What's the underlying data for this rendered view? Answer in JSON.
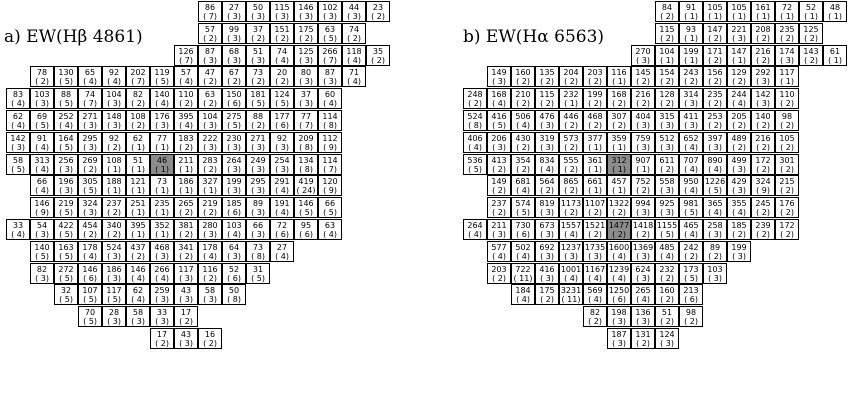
{
  "panels": [
    {
      "id": "hbeta",
      "label": "a)  EW(Hβ 4861)",
      "rows": [
        [
          [
            86,
            7
          ],
          [
            27,
            3
          ],
          [
            50,
            3
          ],
          [
            115,
            3
          ],
          [
            146,
            3
          ],
          [
            102,
            3
          ],
          [
            44,
            3
          ],
          [
            23,
            2
          ]
        ],
        [
          [
            57,
            2
          ],
          [
            99,
            3
          ],
          [
            37,
            2
          ],
          [
            151,
            2
          ],
          [
            175,
            2
          ],
          [
            63,
            5
          ],
          [
            74,
            2
          ]
        ],
        [
          [
            126,
            7
          ],
          [
            87,
            3
          ],
          [
            68,
            3
          ],
          [
            51,
            3
          ],
          [
            74,
            4
          ],
          [
            125,
            3
          ],
          [
            266,
            7
          ],
          [
            118,
            4
          ],
          [
            35,
            2
          ]
        ],
        [
          [
            78,
            2
          ],
          [
            130,
            5
          ],
          [
            65,
            4
          ],
          [
            92,
            4
          ],
          [
            202,
            7
          ],
          [
            119,
            5
          ],
          [
            57,
            4
          ],
          [
            47,
            2
          ],
          [
            67,
            2
          ],
          [
            73,
            2
          ],
          [
            20,
            2
          ],
          [
            80,
            3
          ],
          [
            87,
            3
          ],
          [
            71,
            4
          ]
        ],
        [
          [
            83,
            4
          ],
          [
            103,
            3
          ],
          [
            88,
            5
          ],
          [
            74,
            7
          ],
          [
            104,
            3
          ],
          [
            82,
            2
          ],
          [
            140,
            4
          ],
          [
            110,
            2
          ],
          [
            63,
            2
          ],
          [
            150,
            6
          ],
          [
            181,
            5
          ],
          [
            124,
            5
          ],
          [
            37,
            3
          ],
          [
            60,
            4
          ]
        ],
        [
          [
            62,
            4
          ],
          [
            69,
            5
          ],
          [
            252,
            4
          ],
          [
            271,
            3
          ],
          [
            148,
            3
          ],
          [
            108,
            2
          ],
          [
            176,
            3
          ],
          [
            395,
            4
          ],
          [
            104,
            3
          ],
          [
            275,
            5
          ],
          [
            88,
            2
          ],
          [
            177,
            6
          ],
          [
            77,
            7
          ],
          [
            114,
            8
          ]
        ],
        [
          [
            142,
            3
          ],
          [
            91,
            4
          ],
          [
            164,
            5
          ],
          [
            295,
            3
          ],
          [
            92,
            2
          ],
          [
            62,
            1
          ],
          [
            77,
            1
          ],
          [
            183,
            2
          ],
          [
            222,
            3
          ],
          [
            230,
            3
          ],
          [
            271,
            3
          ],
          [
            92,
            3
          ],
          [
            209,
            8
          ],
          [
            112,
            9
          ]
        ],
        [
          [
            58,
            5
          ],
          [
            313,
            4
          ],
          [
            256,
            3
          ],
          [
            269,
            2
          ],
          [
            108,
            1
          ],
          [
            51,
            1
          ],
          [
            46,
            1
          ],
          [
            211,
            1
          ],
          [
            283,
            2
          ],
          [
            264,
            3
          ],
          [
            249,
            3
          ],
          [
            254,
            3
          ],
          [
            134,
            8
          ],
          [
            114,
            7
          ]
        ],
        [
          [
            66,
            4
          ],
          [
            196,
            3
          ],
          [
            305,
            5
          ],
          [
            188,
            1
          ],
          [
            121,
            1
          ],
          [
            73,
            1
          ],
          [
            186,
            1
          ],
          [
            327,
            1
          ],
          [
            199,
            3
          ],
          [
            295,
            3
          ],
          [
            291,
            4
          ],
          [
            419,
            24
          ],
          [
            120,
            9
          ]
        ],
        [
          [
            146,
            9
          ],
          [
            219,
            5
          ],
          [
            324,
            3
          ],
          [
            237,
            2
          ],
          [
            251,
            1
          ],
          [
            235,
            1
          ],
          [
            265,
            2
          ],
          [
            219,
            2
          ],
          [
            185,
            6
          ],
          [
            89,
            3
          ],
          [
            191,
            4
          ],
          [
            146,
            5
          ],
          [
            66,
            5
          ]
        ],
        [
          [
            33,
            4
          ],
          [
            54,
            3
          ],
          [
            422,
            5
          ],
          [
            454,
            2
          ],
          [
            340,
            2
          ],
          [
            395,
            1
          ],
          [
            352,
            1
          ],
          [
            381,
            2
          ],
          [
            280,
            3
          ],
          [
            103,
            4
          ],
          [
            66,
            3
          ],
          [
            72,
            6
          ],
          [
            95,
            6
          ],
          [
            63,
            4
          ]
        ],
        [
          [
            140,
            5
          ],
          [
            163,
            5
          ],
          [
            178,
            4
          ],
          [
            524,
            3
          ],
          [
            437,
            2
          ],
          [
            468,
            3
          ],
          [
            341,
            2
          ],
          [
            178,
            4
          ],
          [
            64,
            3
          ],
          [
            73,
            8
          ],
          [
            27,
            4
          ]
        ],
        [
          [
            82,
            3
          ],
          [
            272,
            5
          ],
          [
            146,
            6
          ],
          [
            186,
            3
          ],
          [
            146,
            4
          ],
          [
            266,
            4
          ],
          [
            117,
            3
          ],
          [
            116,
            2
          ],
          [
            52,
            6
          ],
          [
            31,
            5
          ]
        ],
        [
          [
            32,
            5
          ],
          [
            107,
            5
          ],
          [
            117,
            5
          ],
          [
            62,
            4
          ],
          [
            259,
            3
          ],
          [
            43,
            3
          ],
          [
            58,
            3
          ],
          [
            50,
            8
          ]
        ],
        [
          [
            70,
            5
          ],
          [
            28,
            3
          ],
          [
            58,
            3
          ],
          [
            33,
            3
          ],
          [
            17,
            2
          ]
        ],
        [
          [
            17,
            2
          ],
          [
            43,
            3
          ],
          [
            16,
            2
          ]
        ]
      ]
    },
    {
      "id": "halpha",
      "label": "b)  EW(Hα 6563)",
      "rows": [
        [
          [
            84,
            2
          ],
          [
            91,
            1
          ],
          [
            105,
            1
          ],
          [
            105,
            1
          ],
          [
            161,
            1
          ],
          [
            72,
            1
          ],
          [
            52,
            1
          ],
          [
            48,
            1
          ]
        ],
        [
          [
            115,
            2
          ],
          [
            93,
            1
          ],
          [
            147,
            2
          ],
          [
            221,
            3
          ],
          [
            208,
            2
          ],
          [
            235,
            2
          ],
          [
            125,
            2
          ]
        ],
        [
          [
            270,
            3
          ],
          [
            104,
            1
          ],
          [
            199,
            1
          ],
          [
            171,
            2
          ],
          [
            147,
            1
          ],
          [
            216,
            2
          ],
          [
            174,
            3
          ],
          [
            143,
            2
          ],
          [
            61,
            1
          ]
        ],
        [
          [
            149,
            3
          ],
          [
            160,
            2
          ],
          [
            135,
            2
          ],
          [
            204,
            2
          ],
          [
            203,
            2
          ],
          [
            116,
            1
          ],
          [
            145,
            2
          ],
          [
            154,
            2
          ],
          [
            243,
            2
          ],
          [
            156,
            2
          ],
          [
            129,
            2
          ],
          [
            292,
            3
          ],
          [
            117,
            1
          ]
        ],
        [
          [
            248,
            2
          ],
          [
            168,
            4
          ],
          [
            210,
            2
          ],
          [
            115,
            2
          ],
          [
            232,
            1
          ],
          [
            199,
            2
          ],
          [
            168,
            2
          ],
          [
            216,
            2
          ],
          [
            128,
            2
          ],
          [
            314,
            3
          ],
          [
            235,
            2
          ],
          [
            244,
            4
          ],
          [
            142,
            3
          ],
          [
            110,
            2
          ]
        ],
        [
          [
            524,
            8
          ],
          [
            416,
            5
          ],
          [
            506,
            4
          ],
          [
            476,
            3
          ],
          [
            446,
            2
          ],
          [
            468,
            2
          ],
          [
            307,
            2
          ],
          [
            404,
            3
          ],
          [
            315,
            3
          ],
          [
            411,
            3
          ],
          [
            253,
            2
          ],
          [
            205,
            2
          ],
          [
            140,
            2
          ],
          [
            98,
            2
          ]
        ],
        [
          [
            406,
            4
          ],
          [
            206,
            3
          ],
          [
            430,
            2
          ],
          [
            319,
            3
          ],
          [
            573,
            2
          ],
          [
            377,
            1
          ],
          [
            359,
            1
          ],
          [
            759,
            3
          ],
          [
            512,
            3
          ],
          [
            652,
            4
          ],
          [
            397,
            3
          ],
          [
            489,
            2
          ],
          [
            216,
            2
          ],
          [
            105,
            2
          ]
        ],
        [
          [
            536,
            5
          ],
          [
            413,
            2
          ],
          [
            354,
            2
          ],
          [
            834,
            4
          ],
          [
            555,
            2
          ],
          [
            361,
            1
          ],
          [
            312,
            1
          ],
          [
            907,
            1
          ],
          [
            611,
            2
          ],
          [
            707,
            4
          ],
          [
            890,
            4
          ],
          [
            499,
            3
          ],
          [
            172,
            2
          ],
          [
            301,
            2
          ]
        ],
        [
          [
            149,
            2
          ],
          [
            681,
            4
          ],
          [
            564,
            2
          ],
          [
            865,
            2
          ],
          [
            661,
            1
          ],
          [
            457,
            1
          ],
          [
            752,
            2
          ],
          [
            558,
            3
          ],
          [
            950,
            4
          ],
          [
            1226,
            5
          ],
          [
            429,
            3
          ],
          [
            324,
            9
          ],
          [
            215,
            2
          ]
        ],
        [
          [
            237,
            2
          ],
          [
            574,
            5
          ],
          [
            819,
            3
          ],
          [
            1173,
            2
          ],
          [
            1107,
            2
          ],
          [
            1322,
            2
          ],
          [
            994,
            3
          ],
          [
            925,
            3
          ],
          [
            981,
            5
          ],
          [
            365,
            4
          ],
          [
            355,
            4
          ],
          [
            245,
            2
          ],
          [
            176,
            2
          ]
        ],
        [
          [
            264,
            4
          ],
          [
            211,
            3
          ],
          [
            730,
            6
          ],
          [
            673,
            3
          ],
          [
            1557,
            4
          ],
          [
            1521,
            2
          ],
          [
            1477,
            2
          ],
          [
            1418,
            2
          ],
          [
            1155,
            5
          ],
          [
            465,
            4
          ],
          [
            258,
            3
          ],
          [
            185,
            2
          ],
          [
            239,
            2
          ],
          [
            172,
            2
          ]
        ],
        [
          [
            577,
            4
          ],
          [
            502,
            4
          ],
          [
            692,
            3
          ],
          [
            1237,
            3
          ],
          [
            1735,
            3
          ],
          [
            1600,
            4
          ],
          [
            1369,
            3
          ],
          [
            485,
            4
          ],
          [
            242,
            2
          ],
          [
            89,
            2
          ],
          [
            199,
            3
          ]
        ],
        [
          [
            203,
            2
          ],
          [
            722,
            11
          ],
          [
            416,
            3
          ],
          [
            1001,
            4
          ],
          [
            1167,
            4
          ],
          [
            1239,
            4
          ],
          [
            624,
            3
          ],
          [
            232,
            2
          ],
          [
            173,
            5
          ],
          [
            103,
            3
          ]
        ],
        [
          [
            184,
            4
          ],
          [
            175,
            2
          ],
          [
            3231,
            11
          ],
          [
            569,
            4
          ],
          [
            1250,
            6
          ],
          [
            265,
            4
          ],
          [
            160,
            2
          ],
          [
            213,
            6
          ]
        ],
        [
          [
            82,
            2
          ],
          [
            198,
            3
          ],
          [
            136,
            3
          ],
          [
            51,
            2
          ],
          [
            98,
            2
          ]
        ],
        [
          [
            187,
            3
          ],
          [
            131,
            2
          ],
          [
            124,
            3
          ]
        ]
      ]
    }
  ]
}
